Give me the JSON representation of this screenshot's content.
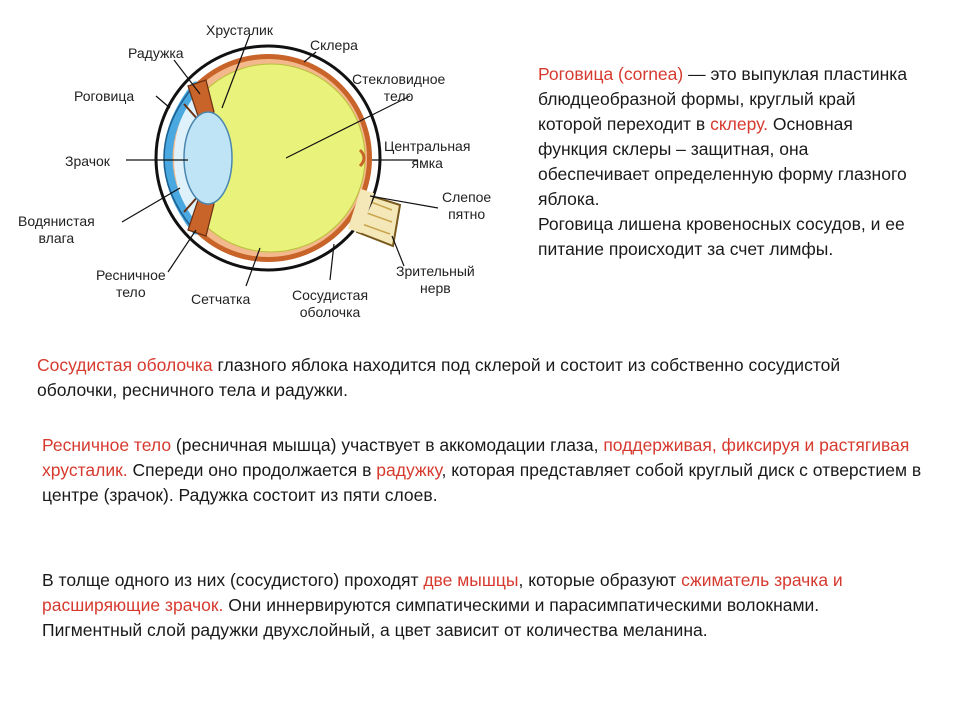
{
  "diagram": {
    "labels": {
      "lens": "Хрусталик",
      "sclera": "Склера",
      "iris": "Радужка",
      "cornea": "Роговица",
      "vitreous_1": "Стекловидное",
      "vitreous_2": "тело",
      "pupil": "Зрачок",
      "fovea_1": "Центральная",
      "fovea_2": "ямка",
      "aqueous_1": "Водянистая",
      "aqueous_2": "влага",
      "blind_1": "Слепое",
      "blind_2": "пятно",
      "ciliary_1": "Ресничное",
      "ciliary_2": "тело",
      "retina": "Сетчатка",
      "choroid_1": "Сосудистая",
      "choroid_2": "оболочка",
      "optic_1": "Зрительный",
      "optic_2": "нерв"
    }
  },
  "text": {
    "cornea_para": {
      "term": "Роговица (cornea)",
      "t1": " — это выпуклая пластинка блюдцеобразной формы, круглый край которой переходит в ",
      "sclera_word": "склеру.",
      "t2": " Основная функция  склеры – защитная, она обеспечивает определенную форму глазного яблока.",
      "line2": "Роговица лишена кровеносных сосудов, и ее питание происходит за счет лимфы."
    },
    "choroid_para": {
      "term": "Сосудистая оболочка",
      "t1": " глазного яблока находится под склерой и состоит из собственно сосудистой оболочки, ресничного тела и радужки."
    },
    "ciliary_para": {
      "term": "Ресничное тело",
      "t1": " (ресничная мышца) участвует в аккомодации глаза, ",
      "red1": "поддерживая, фиксируя и растягивая хрусталик.",
      "t2": " Спереди оно продолжается в ",
      "red2": "радужку",
      "t3": ", которая представляет собой круглый диск с отверстием в центре (зрачок). Радужка состоит из пяти слоев."
    },
    "muscles_para": {
      "t1": "В толще одного из них (сосудистого) проходят ",
      "red1": "две мышцы",
      "t2": ", которые образуют ",
      "red2": "сжиматель зрачка и расширяющие зрачок.",
      "t3": " Они иннервируются симпатическими  и парасимпатическими волокнами. Пигментный слой радужки двухслойный, а цвет зависит от количества меланина."
    }
  },
  "colors": {
    "accent_red": "#d63a2f",
    "vitreous": "#e9f27a",
    "lens": "#bfe4f5",
    "cornea_blue": "#4aa8e0",
    "choroid": "#c8642a"
  }
}
